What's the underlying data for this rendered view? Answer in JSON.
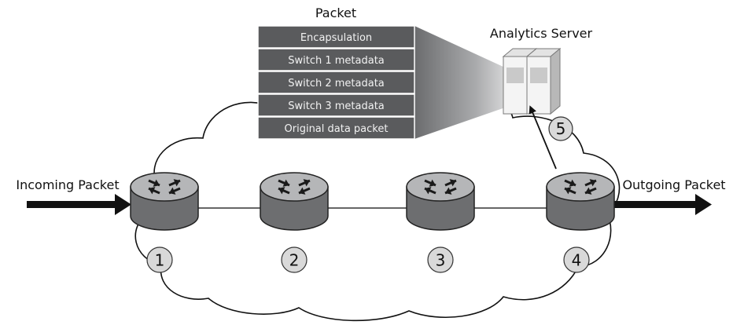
{
  "labels": {
    "packet_title": "Packet",
    "analytics_server": "Analytics Server",
    "incoming": "Incoming Packet",
    "outgoing": "Outgoing Packet"
  },
  "packet_rows": [
    "Encapsulation",
    "Switch 1 metadata",
    "Switch 2 metadata",
    "Switch 3 metadata",
    "Original data packet"
  ],
  "switch_numbers": [
    "1",
    "2",
    "3",
    "4"
  ],
  "server_number": "5",
  "colors": {
    "packet_row": "#5a5b5d",
    "switch_body": "#6d6e70",
    "switch_top": "#b5b6b8",
    "badge_fill": "#d9d9d9"
  }
}
